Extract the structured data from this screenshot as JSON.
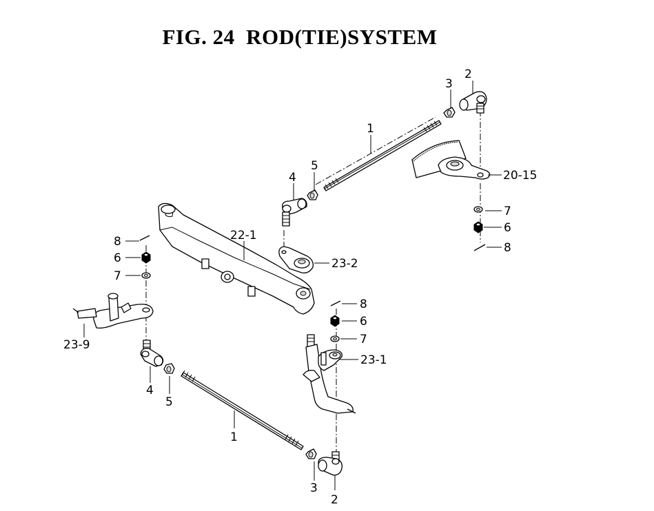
{
  "figure": {
    "title": "FIG. 24  ROD(TIE)SYSTEM"
  },
  "callouts": {
    "tie_rod_upper": "1",
    "tie_rod_lower": "1",
    "rod_end_upper": "2",
    "rod_end_lower": "2",
    "nut_upper_right": "3",
    "nut_lower": "3",
    "rod_end_upper_left": "4",
    "rod_end_lower_left": "4",
    "nut_upper_left": "5",
    "nut_lower_left": "5",
    "washer_right": "7",
    "castle_nut_right": "6",
    "cotter_pin_right": "8",
    "washer_left": "7",
    "castle_nut_left": "6",
    "cotter_pin_left": "8",
    "washer_center": "7",
    "castle_nut_center": "6",
    "cotter_pin_center": "8",
    "steering_sector": "20-15",
    "front_axle_beam": "22-1",
    "knuckle_arm_center": "23-2",
    "knuckle_right": "23-1",
    "knuckle_left": "23-9"
  }
}
